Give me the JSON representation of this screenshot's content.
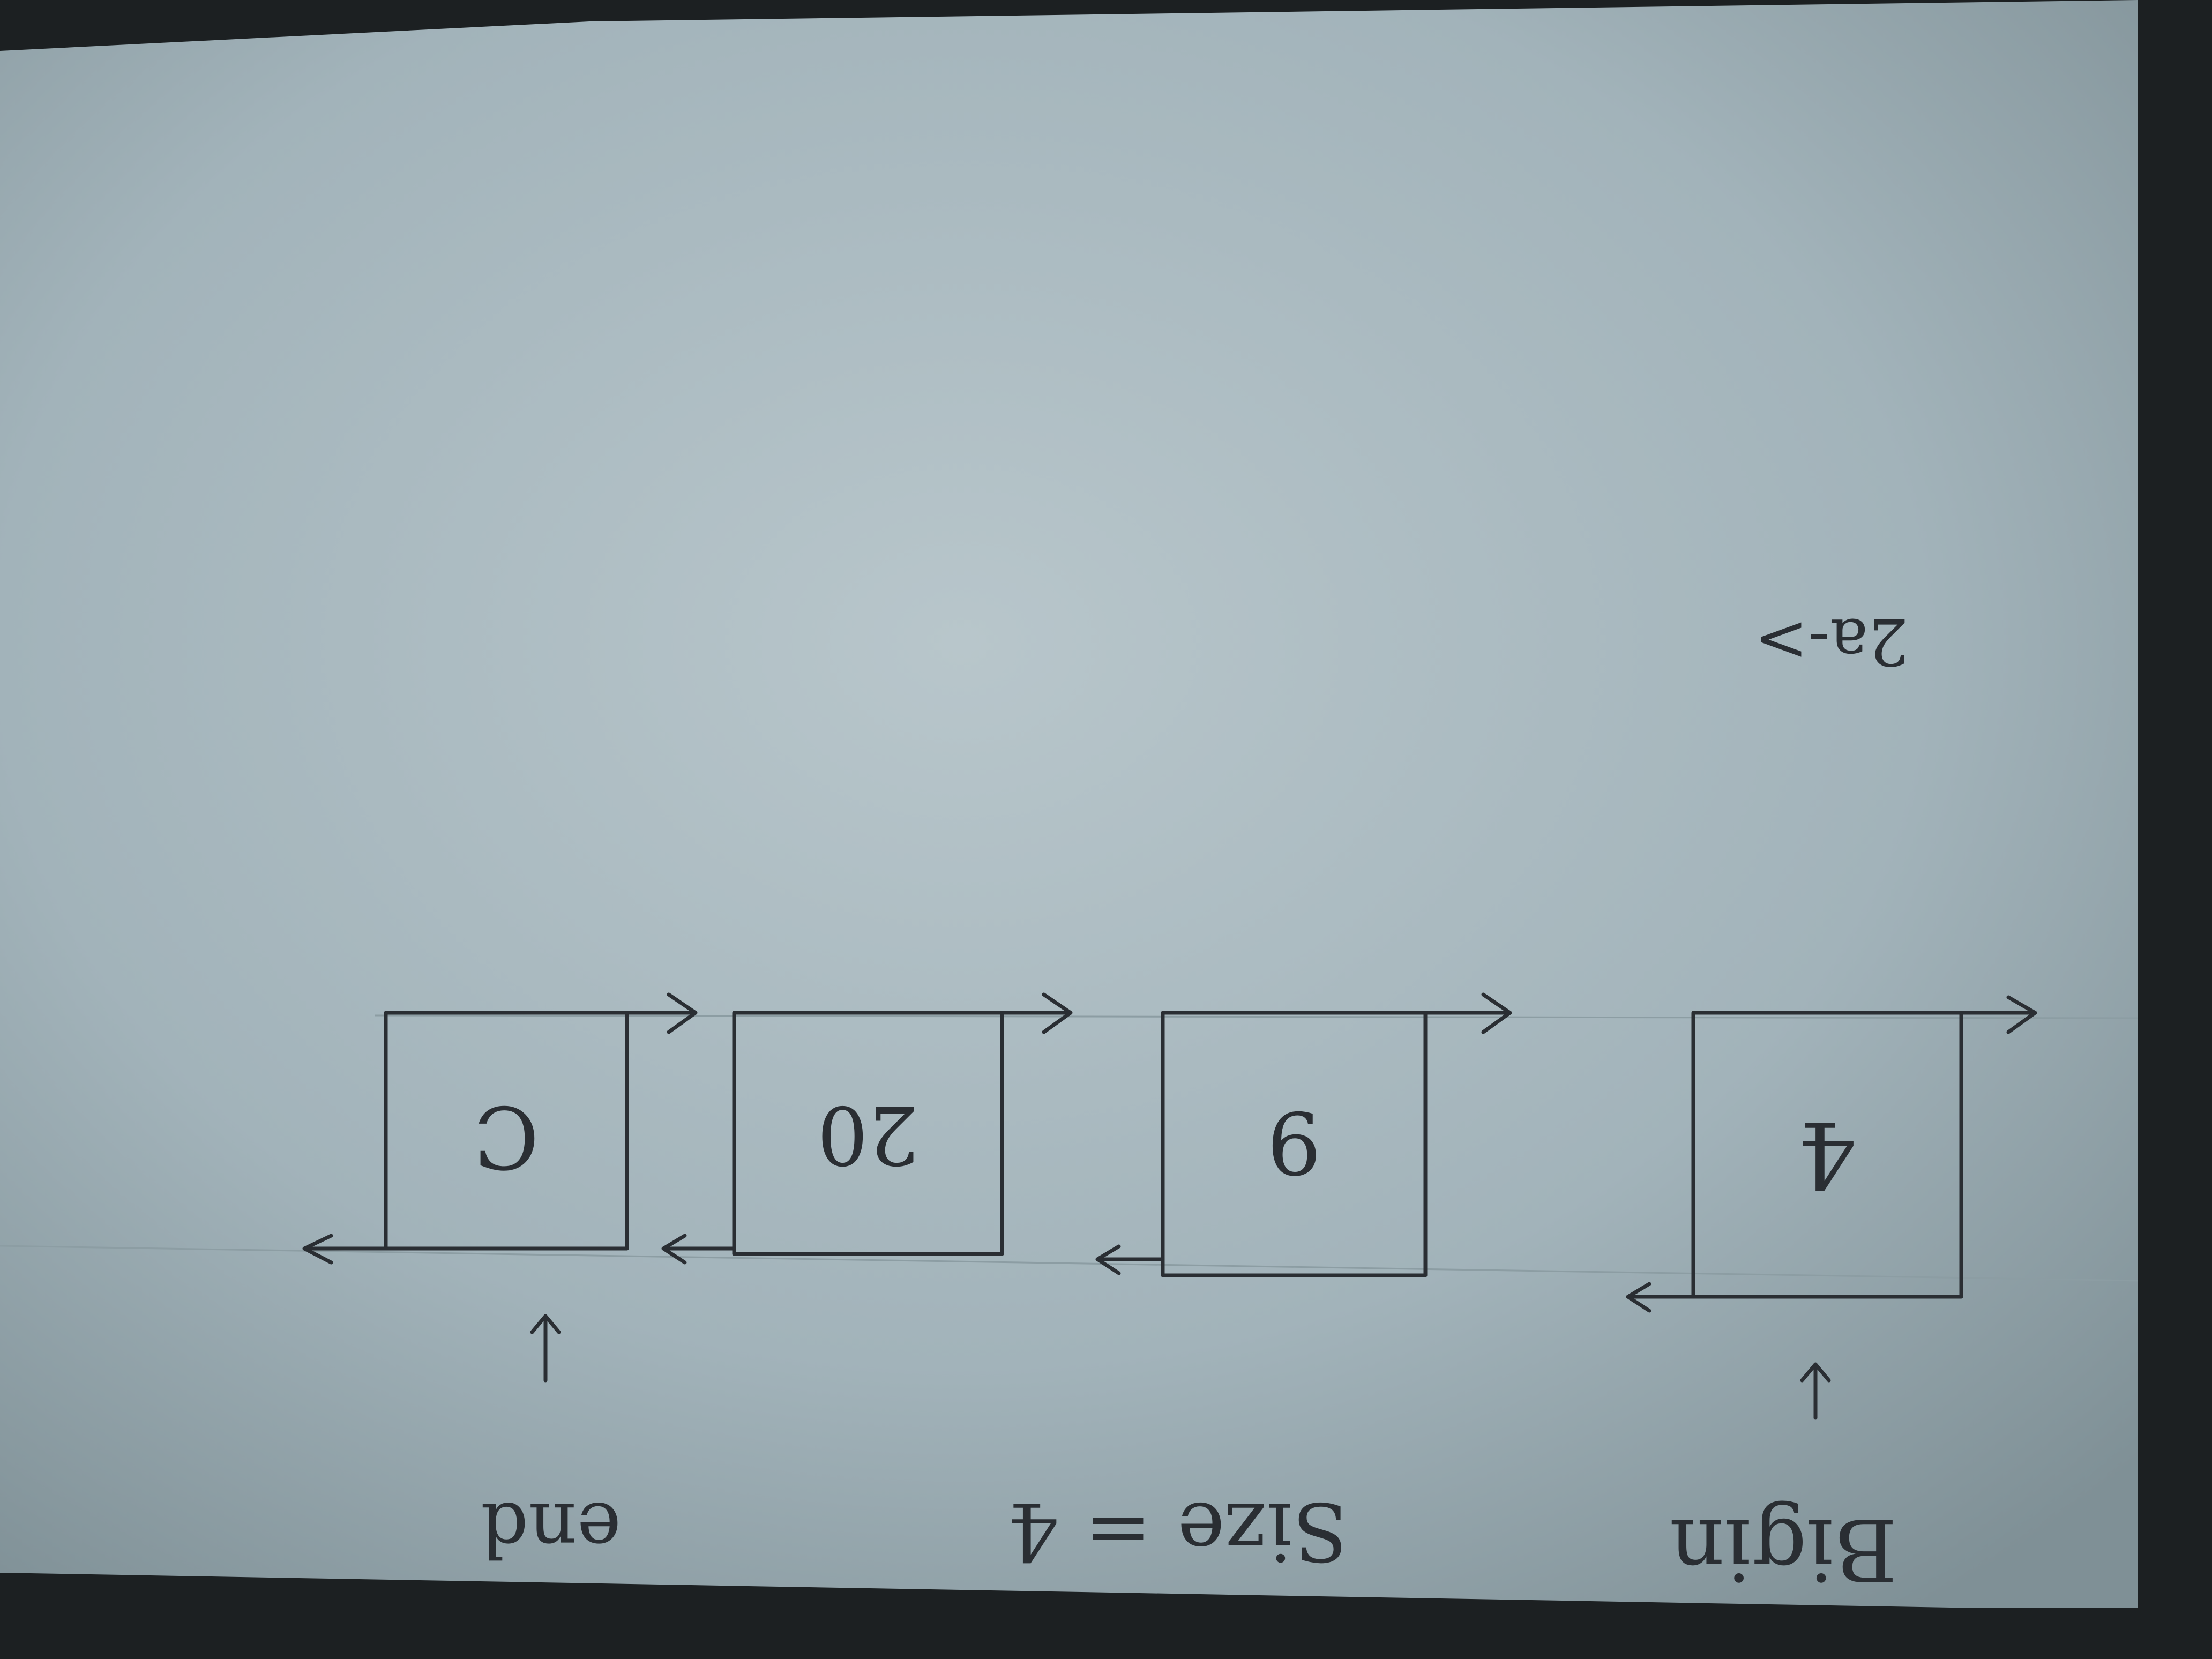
{
  "diagram": {
    "orientation_note": "",
    "nodes": [
      {
        "id": "node-1",
        "value": "4"
      },
      {
        "id": "node-2",
        "value": "9"
      },
      {
        "id": "node-3",
        "value": "20"
      },
      {
        "id": "node-4",
        "value": "C"
      }
    ],
    "labels": {
      "begin": "Bigin",
      "size": "Size = 4",
      "end": "end",
      "corner": "2a->"
    }
  },
  "colors": {
    "paper": "#a9bac0",
    "ink": "#2a2e33",
    "background": "#1c2022"
  }
}
